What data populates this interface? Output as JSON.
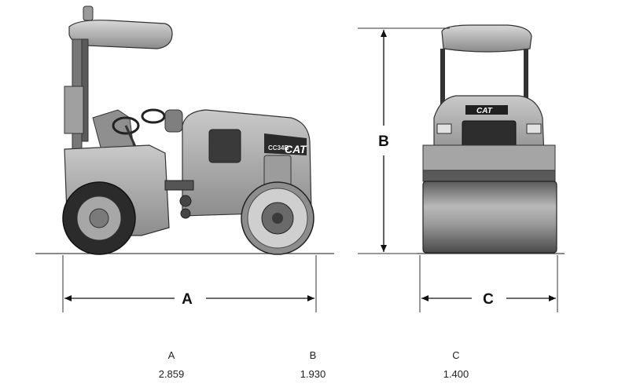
{
  "side_view": {
    "brand": "CAT",
    "model": "CC34B"
  },
  "front_view": {
    "brand": "CAT"
  },
  "dimension_labels": {
    "a": "A",
    "b": "B",
    "c": "C"
  },
  "table": {
    "headers": [
      "A",
      "B",
      "C"
    ],
    "values": [
      "2.859",
      "1.930",
      "1.400"
    ]
  }
}
